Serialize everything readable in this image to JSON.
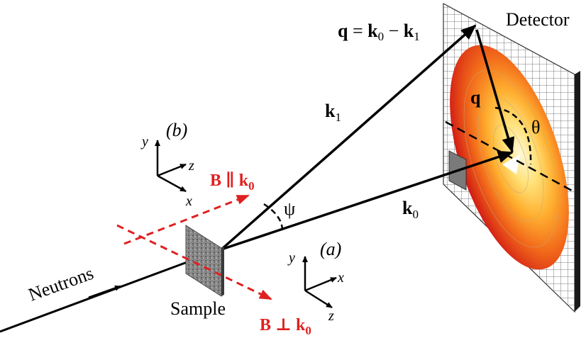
{
  "labels": {
    "detector": "Detector",
    "neutrons": "Neutrons",
    "sample": "Sample",
    "q_eq_bold": "q",
    "q_eq_rest1": " = ",
    "q_eq_k": "k",
    "q_eq_sub0": "0",
    "q_eq_minus": " − ",
    "q_eq_k2": "k",
    "q_eq_sub1": "1",
    "k1_main": "k",
    "k1_sub": "1",
    "k0_main": "k",
    "k0_sub": "0",
    "q_vec": "q",
    "theta": "θ",
    "psi": "ψ",
    "b_parallel_main": "B ∥ k",
    "b_parallel_sub": "0",
    "b_perp_main": "B ⊥ k",
    "b_perp_sub": "0",
    "panel_a": "(a)",
    "panel_b": "(b)",
    "axis_a_x": "x",
    "axis_a_y": "y",
    "axis_a_z": "z",
    "axis_b_x": "x",
    "axis_b_y": "y",
    "axis_b_z": "z"
  },
  "colors": {
    "field_red": "#e02020",
    "ring_inner": "#fff4c0",
    "ring_outer": "#d8201a",
    "grid": "#555555",
    "sample_gray": "#7a7a7a"
  }
}
